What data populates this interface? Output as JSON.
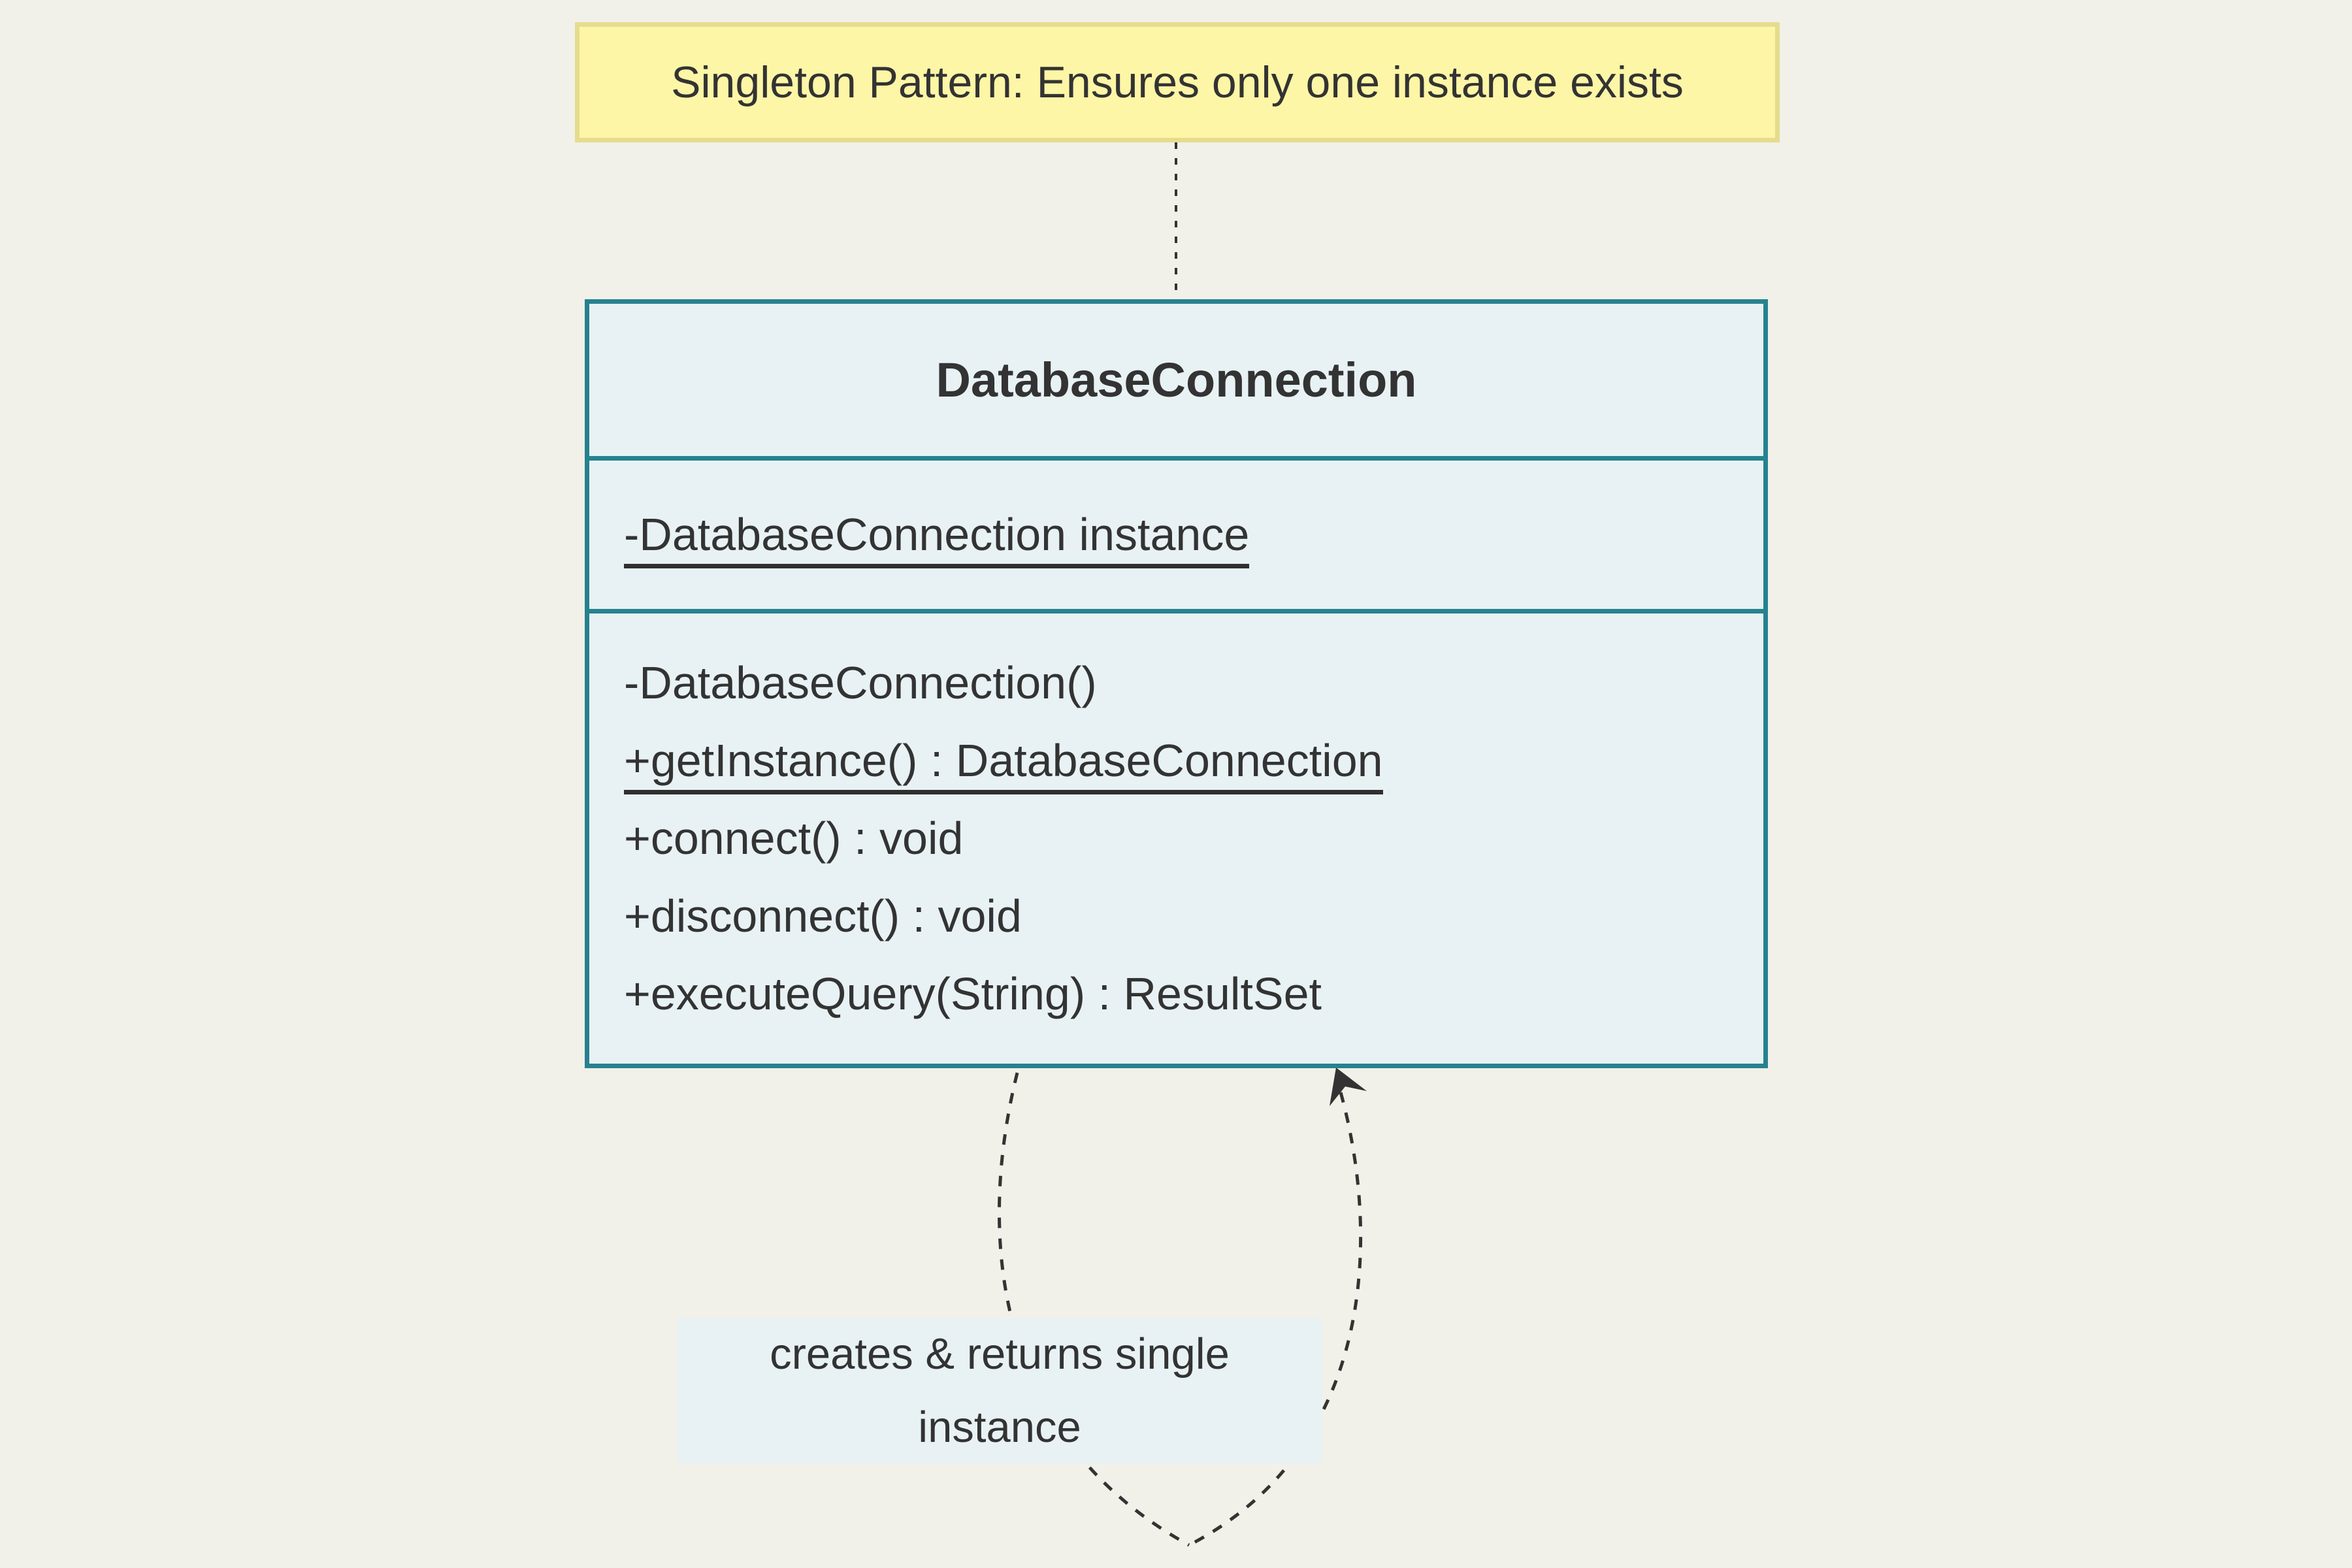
{
  "note": {
    "text": "Singleton Pattern: Ensures only one instance exists"
  },
  "class_box": {
    "title": "DatabaseConnection",
    "attributes": [
      {
        "text": "-DatabaseConnection instance",
        "static": true
      }
    ],
    "methods": [
      {
        "text": "-DatabaseConnection()",
        "static": false
      },
      {
        "text": "+getInstance() : DatabaseConnection",
        "static": true
      },
      {
        "text": "+connect() : void",
        "static": false
      },
      {
        "text": "+disconnect() : void",
        "static": false
      },
      {
        "text": "+executeQuery(String) : ResultSet",
        "static": false
      }
    ]
  },
  "self_loop": {
    "label_lines": [
      "creates & returns single",
      "instance"
    ]
  },
  "colors": {
    "background": "#f1f0e9",
    "note_fill": "#fdf6a6",
    "note_border": "#e6dc8e",
    "class_fill": "#e8f2f4",
    "class_border": "#26828f",
    "label_fill": "#e8f2f4",
    "line_color": "#333333",
    "text_color": "#333333"
  }
}
